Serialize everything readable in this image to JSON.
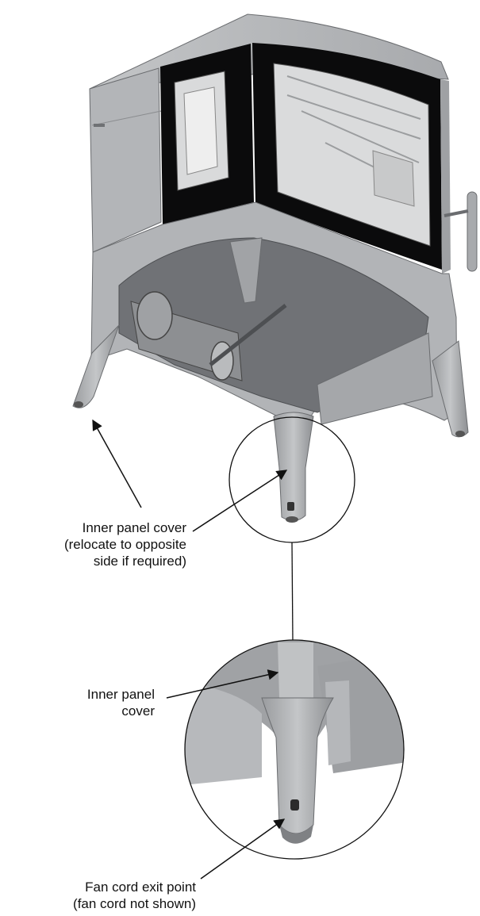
{
  "colors": {
    "body_light": "#b9bbbd",
    "body_mid": "#a3a5a8",
    "body_dark": "#7f8184",
    "interior": "#6f7174",
    "glass_frame": "#0b0b0c",
    "line": "#111111",
    "background": "#ffffff"
  },
  "icons": {
    "pointer": "arrowhead",
    "stove": "wood-stove-underside-view"
  },
  "labels": {
    "inner_panel_top": [
      "Inner panel cover",
      "(relocate to opposite",
      "side if required)"
    ],
    "inner_panel_bottom": [
      "Inner panel",
      "cover"
    ],
    "fan_cord": [
      "Fan cord exit point",
      "(fan cord not shown)"
    ]
  }
}
